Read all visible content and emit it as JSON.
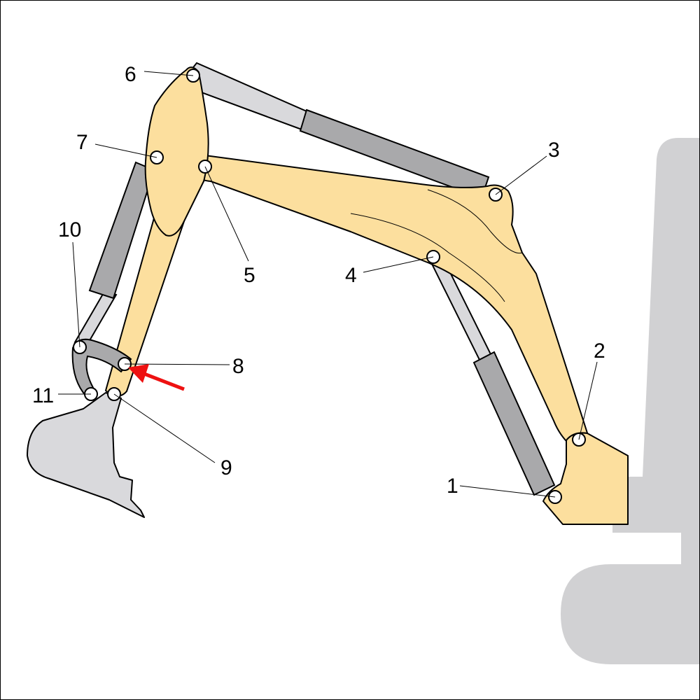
{
  "labels": {
    "p1": "1",
    "p2": "2",
    "p3": "3",
    "p4": "4",
    "p5": "5",
    "p6": "6",
    "p7": "7",
    "p8": "8",
    "p9": "9",
    "p10": "10",
    "p11": "11"
  },
  "colors": {
    "arm": "#fcdf9e",
    "cylinder_barrel": "#a9a9ab",
    "cylinder_rod": "#d9d9dc",
    "machine_body": "#d1d1d3",
    "arrow": "#ee1111"
  },
  "highlight": {
    "pin": "8",
    "icon": "red-arrow-icon"
  }
}
